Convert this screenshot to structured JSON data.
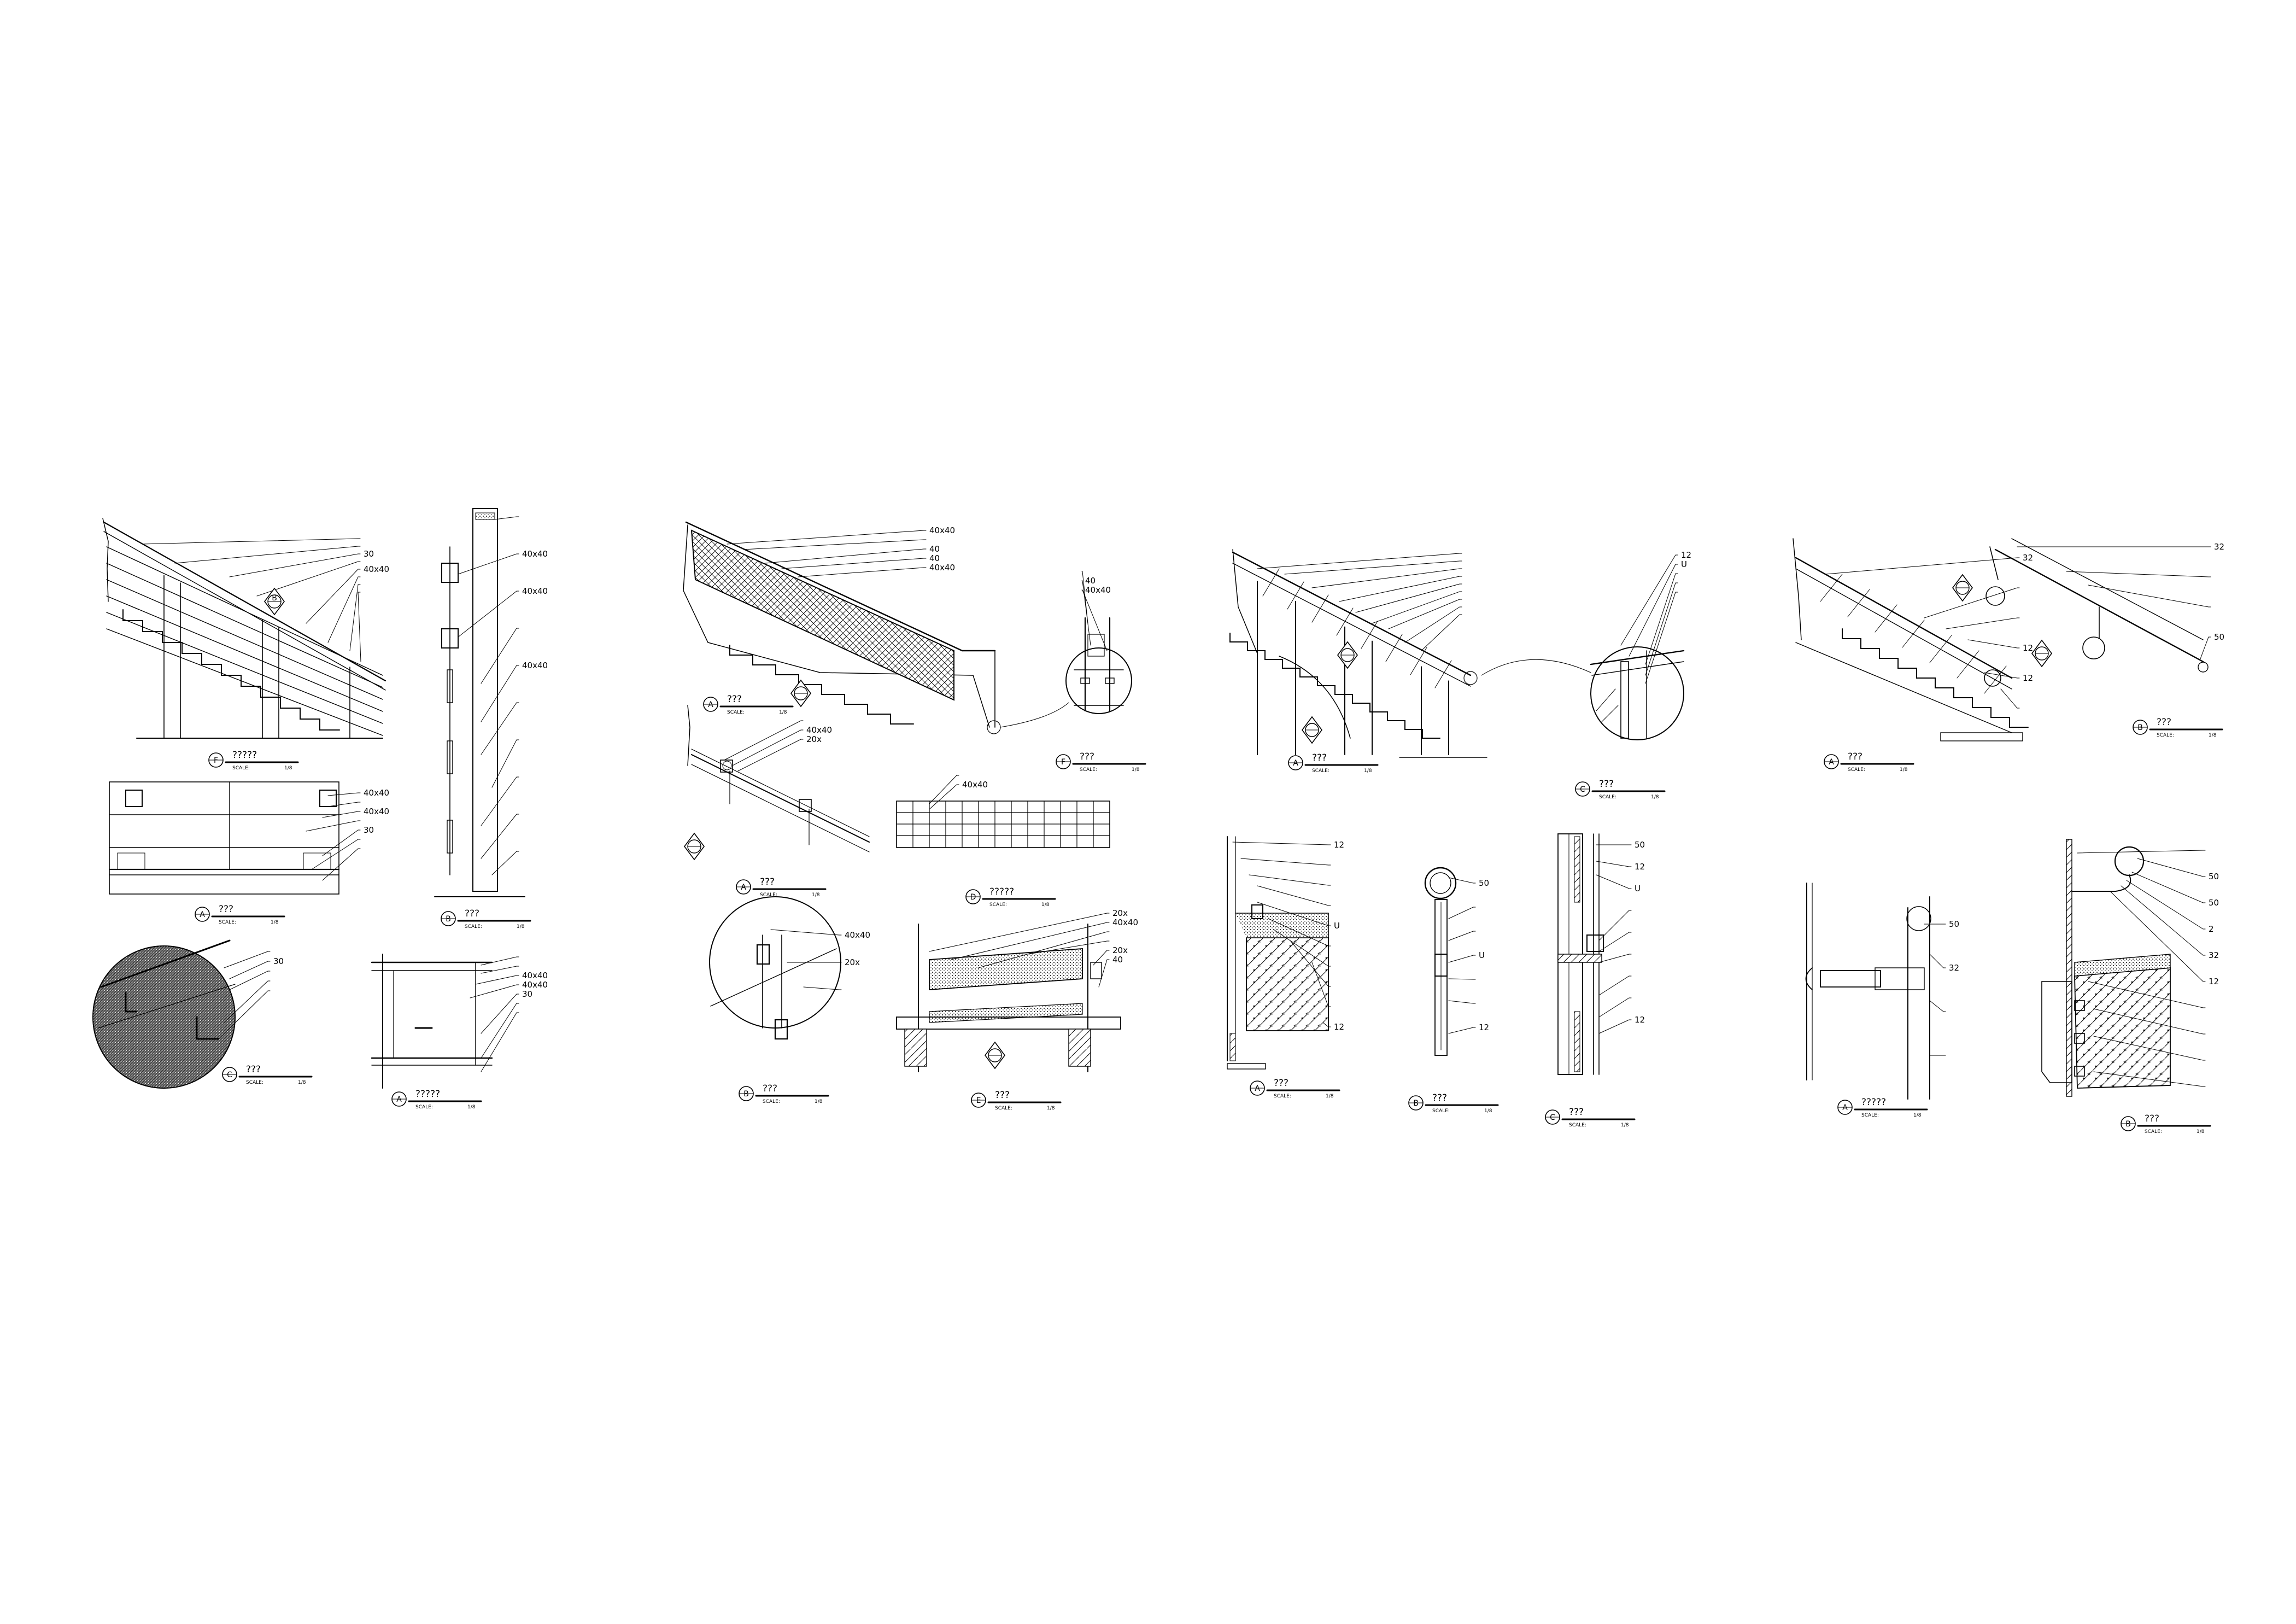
{
  "scale_label": "SCALE:",
  "scale_value": "1/8",
  "panel1": {
    "d1_title": "?????",
    "d1_tag": "F",
    "d2_title": "???",
    "d2_tag": "A",
    "d3_title": "???",
    "d3_tag": "C",
    "d4_title": "?????",
    "d4_tag": "A",
    "d5_title": "???",
    "d5_tag": "B",
    "callout_tag": "B",
    "stair_labels": [
      "",
      "",
      "30",
      "",
      "40x40",
      "",
      "",
      ""
    ],
    "plan_labels": [
      "40x40",
      "",
      "40x40",
      "",
      "30",
      "",
      ""
    ],
    "mid_labels": [
      "",
      "30",
      "",
      "",
      ""
    ],
    "sec_labels": [
      "",
      "",
      "40x40",
      "40x40",
      "30",
      "",
      ""
    ],
    "post_labels": [
      "",
      "40x40",
      "40x40",
      "",
      "40x40",
      "",
      "",
      "",
      "",
      ""
    ]
  },
  "panel2": {
    "d1_title": "???",
    "d1_tag": "A",
    "d2_title": "???",
    "d2_tag": "F",
    "d3_title": "???",
    "d3_tag": "A",
    "d4_title": "?????",
    "d4_tag": "D",
    "d5_title": "???",
    "d5_tag": "B",
    "d6_title": "???",
    "d6_tag": "E",
    "stair_labels": [
      "40x40",
      "",
      "40",
      "40",
      "40x40"
    ],
    "det_labels": [
      "",
      "40",
      "40x40"
    ],
    "g2_labels": [
      "",
      "40x40",
      "20x"
    ],
    "grid_labels": [
      "",
      "40x40"
    ],
    "cb_labels": [
      "40x40",
      "20x",
      ""
    ],
    "ce_labels": [
      "20x",
      "40x40",
      "",
      "",
      "20x",
      "40"
    ]
  },
  "panel3": {
    "d1_title": "???",
    "d1_tag": "A",
    "d2_title": "???",
    "d2_tag": "C",
    "d3_title": "???",
    "d3_tag": "A",
    "d4_title": "???",
    "d4_tag": "B",
    "d5_title": "???",
    "d5_tag": "C",
    "stair_labels": [
      "",
      "",
      "",
      "",
      "",
      "",
      "",
      "",
      ""
    ],
    "det_labels": [
      "12",
      "U",
      "",
      "",
      ""
    ],
    "sec_labels": [
      "12",
      "",
      "",
      "",
      "U",
      "",
      "",
      "",
      "",
      "12"
    ],
    "rail_labels": [
      "50",
      "",
      "",
      "U",
      "",
      "",
      "12"
    ],
    "wall_labels": [
      "50",
      "12",
      "U",
      "",
      "",
      "",
      "",
      "",
      "12"
    ]
  },
  "panel4": {
    "d1_title": "???",
    "d1_tag": "A",
    "d2_title": "???",
    "d2_tag": "B",
    "d3_title": "?????",
    "d3_tag": "A",
    "d4_title": "???",
    "d4_tag": "B",
    "stair_labels": [
      "32",
      "",
      "",
      "12",
      "12",
      ""
    ],
    "rail_labels": [
      "32",
      "",
      "",
      "50"
    ],
    "d3_labels": [
      "50",
      "32",
      "",
      ""
    ],
    "d4_labels": [
      "",
      "50",
      "50",
      "2",
      "32",
      "12",
      "",
      "",
      "",
      ""
    ]
  }
}
